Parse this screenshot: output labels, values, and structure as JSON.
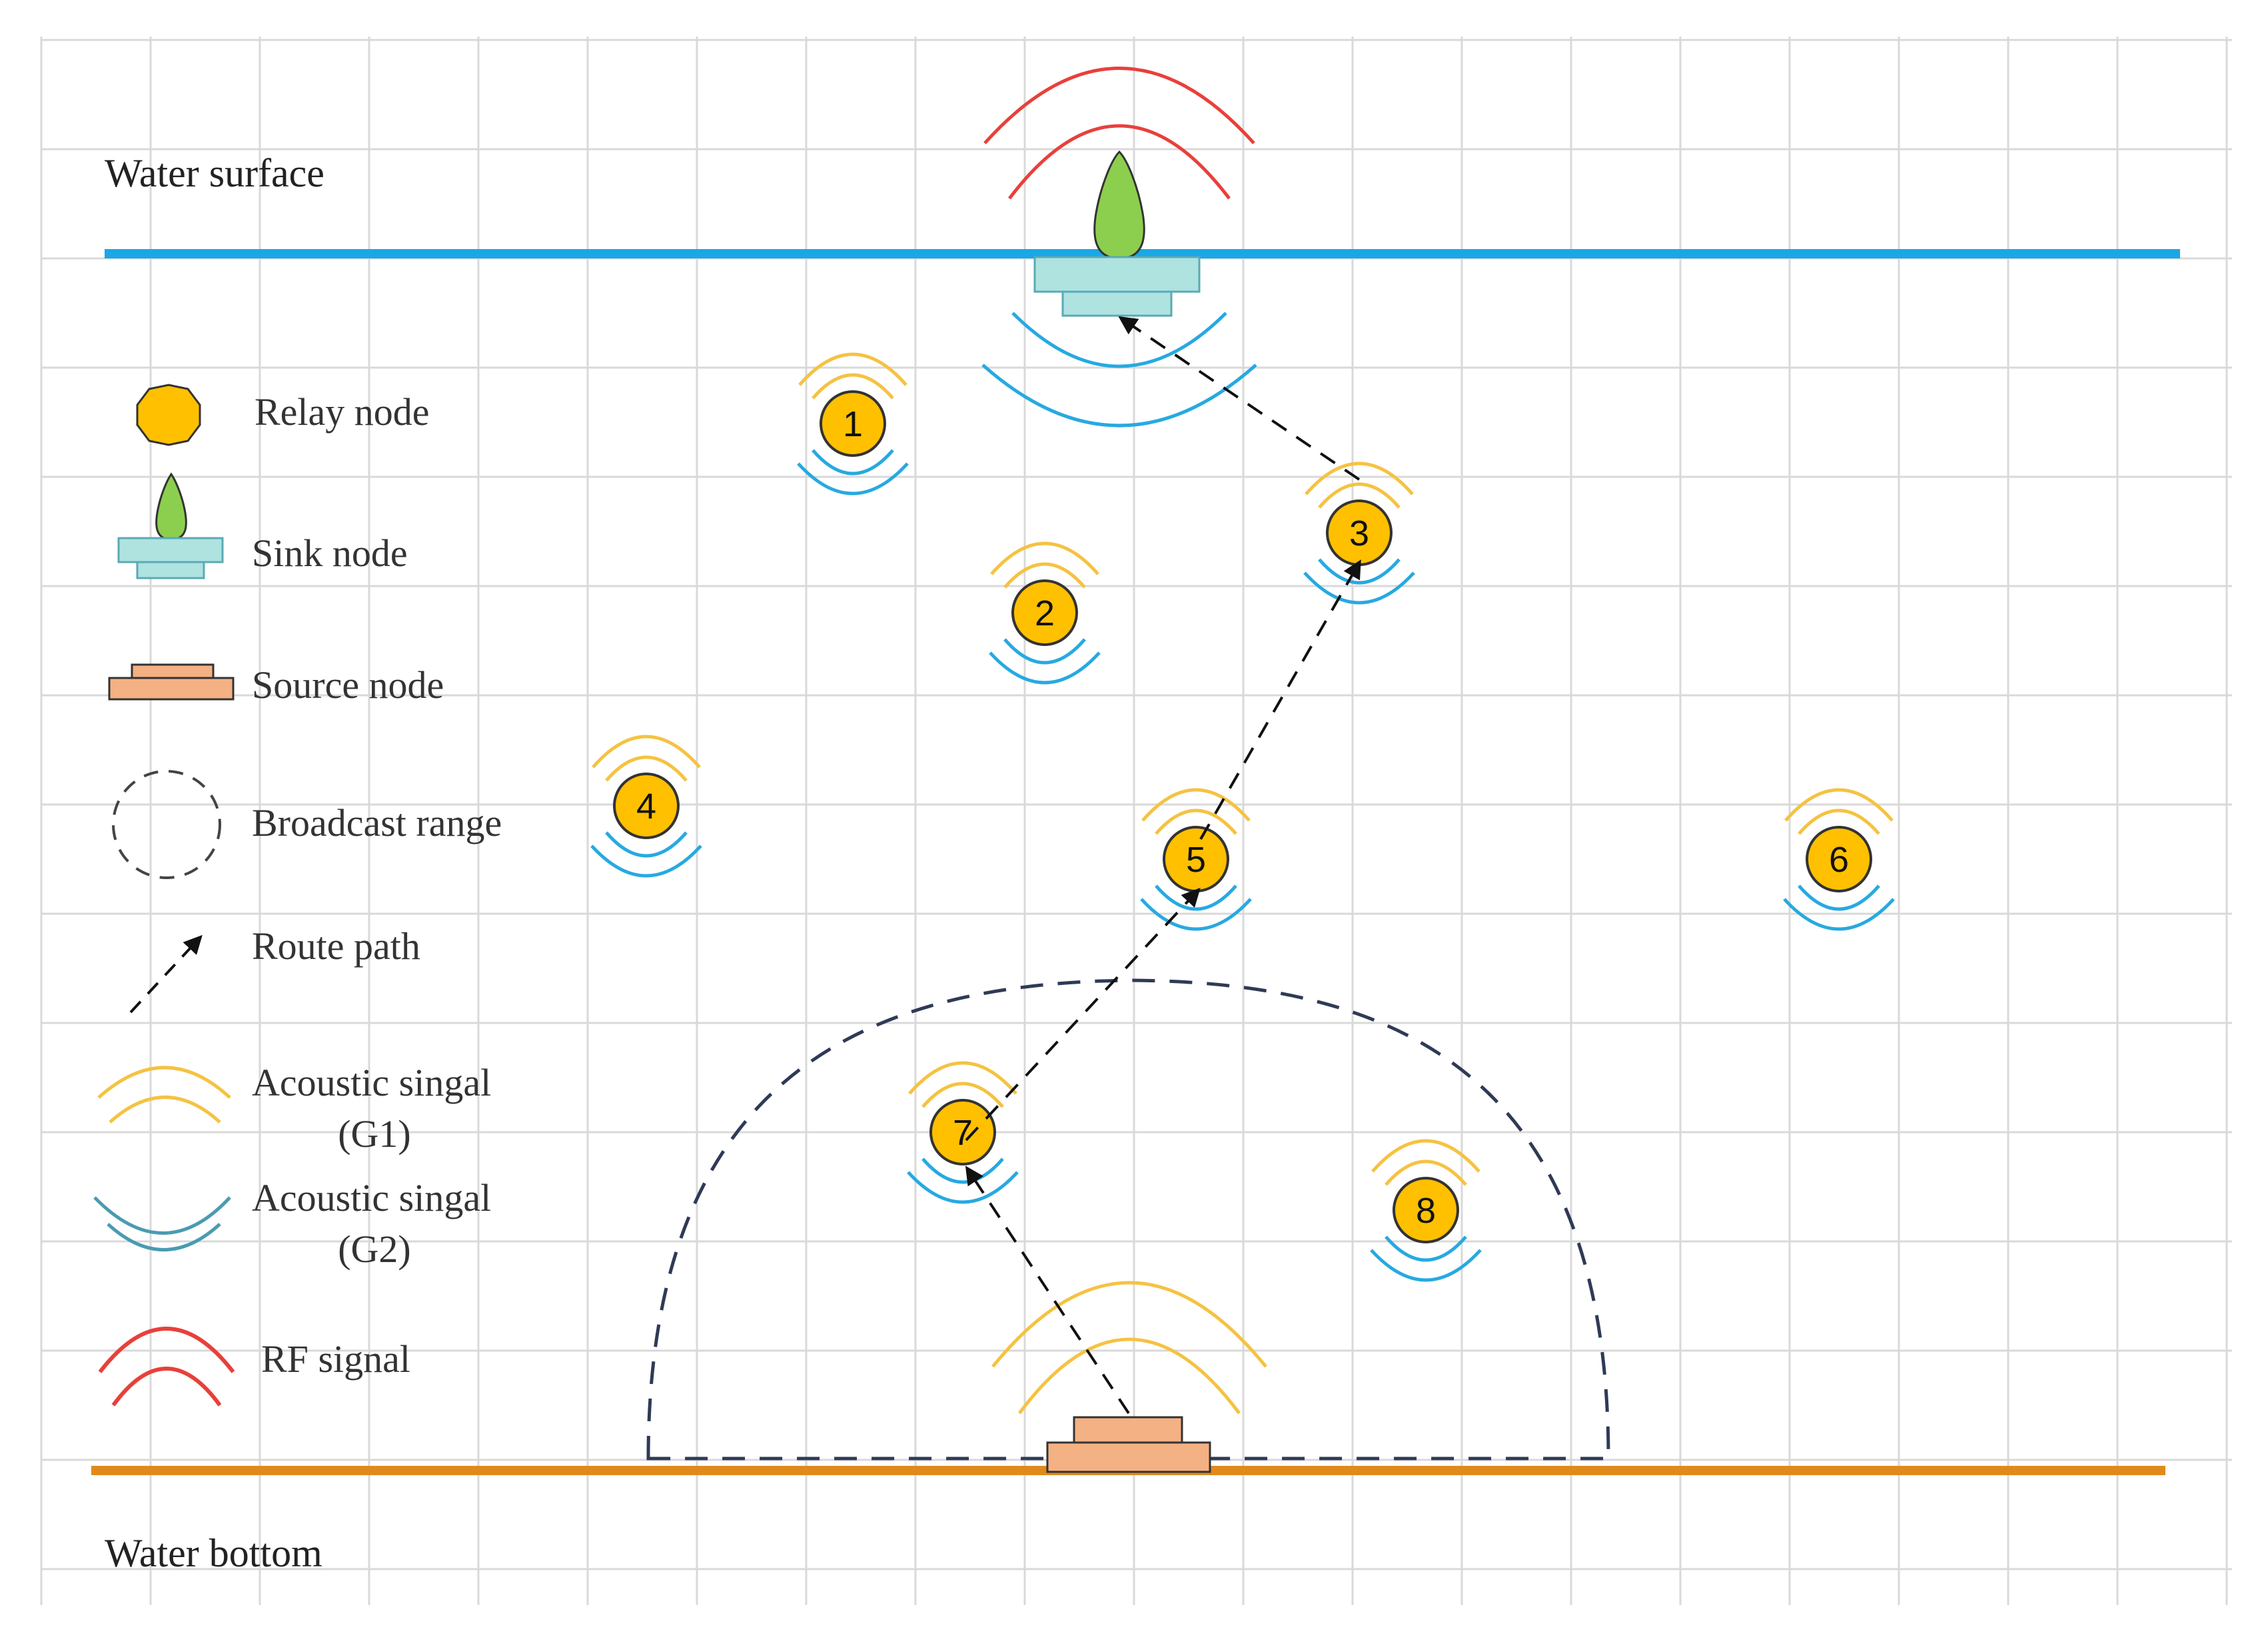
{
  "labels": {
    "water_surface": "Water surface",
    "water_bottom": "Water bottom"
  },
  "legend": {
    "relay": "Relay node",
    "sink": "Sink node",
    "source": "Source node",
    "broadcast": "Broadcast range",
    "route": "Route path",
    "acoustic_g1_line1": "Acoustic singal",
    "acoustic_g1_line2": "(G1)",
    "acoustic_g2_line1": "Acoustic singal",
    "acoustic_g2_line2": "(G2)",
    "rf": "RF signal"
  },
  "nodes": {
    "n1": "1",
    "n2": "2",
    "n3": "3",
    "n4": "4",
    "n5": "5",
    "n6": "6",
    "n7": "7",
    "n8": "8"
  },
  "route": [
    "Source node",
    "7",
    "5",
    "3",
    "Sink node"
  ],
  "colors": {
    "surface_line": "#1aa7e6",
    "bottom_line": "#e08a1e",
    "relay_fill": "#ffc000",
    "sink_buoy": "#8ccf4e",
    "sink_base": "#aee3e0",
    "source_fill": "#f4b183",
    "acoustic_g1": "#f5c242",
    "acoustic_g2": "#27a9e1",
    "rf": "#e8403a",
    "broadcast": "#2f3a56",
    "grid": "#d9d9d9"
  }
}
